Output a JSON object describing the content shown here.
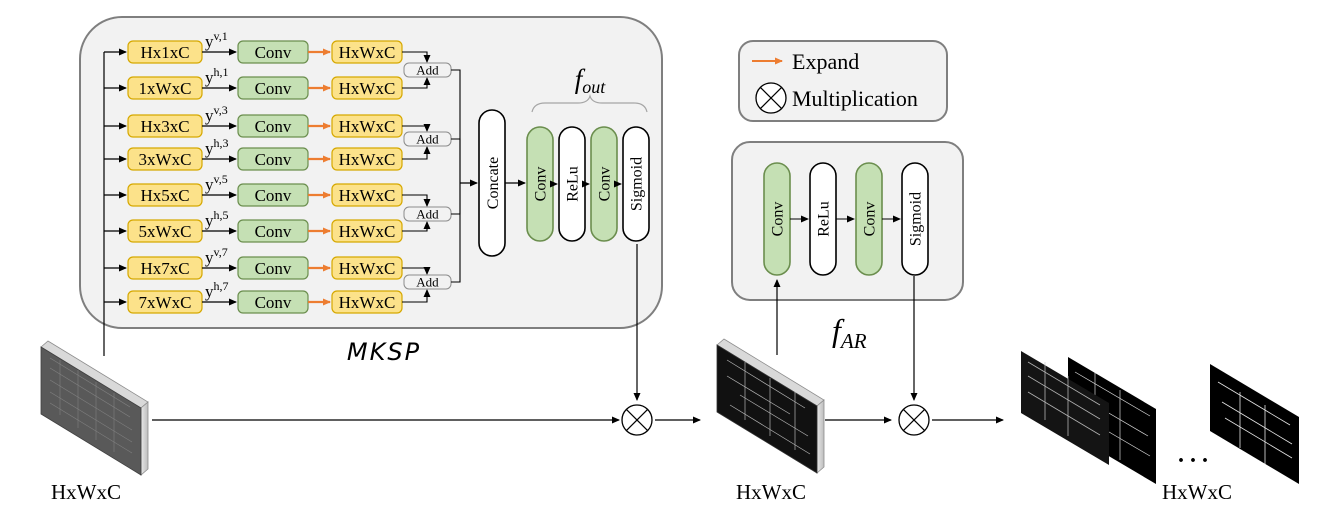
{
  "mksp": {
    "label": "MKSP",
    "rows": [
      {
        "input": "Hx1xC",
        "y_base": "y",
        "y_sup": "v,1",
        "conv": "Conv",
        "out": "HxWxC"
      },
      {
        "input": "1xWxC",
        "y_base": "y",
        "y_sup": "h,1",
        "conv": "Conv",
        "out": "HxWxC"
      },
      {
        "input": "Hx3xC",
        "y_base": "y",
        "y_sup": "v,3",
        "conv": "Conv",
        "out": "HxWxC"
      },
      {
        "input": "3xWxC",
        "y_base": "y",
        "y_sup": "h,3",
        "conv": "Conv",
        "out": "HxWxC"
      },
      {
        "input": "Hx5xC",
        "y_base": "y",
        "y_sup": "v,5",
        "conv": "Conv",
        "out": "HxWxC"
      },
      {
        "input": "5xWxC",
        "y_base": "y",
        "y_sup": "h,5",
        "conv": "Conv",
        "out": "HxWxC"
      },
      {
        "input": "Hx7xC",
        "y_base": "y",
        "y_sup": "v,7",
        "conv": "Conv",
        "out": "HxWxC"
      },
      {
        "input": "7xWxC",
        "y_base": "y",
        "y_sup": "h,7",
        "conv": "Conv",
        "out": "HxWxC"
      }
    ],
    "add_label": "Add",
    "concat_label": "Concate",
    "f_out": {
      "base": "f",
      "sub": "out",
      "blocks": [
        "Conv",
        "ReLu",
        "Conv",
        "Sigmoid"
      ]
    }
  },
  "legend": {
    "expand_label": "Expand",
    "multiplication_label": "Multiplication"
  },
  "f_ar": {
    "base": "f",
    "sub": "AR",
    "blocks": [
      "Conv",
      "ReLu",
      "Conv",
      "Sigmoid"
    ]
  },
  "tensors": {
    "input_label": "HxWxC",
    "middle_label": "HxWxC",
    "output_label": "HxWxC",
    "ellipsis": ". . ."
  },
  "colors": {
    "yellow_fill": "#fce28a",
    "yellow_stroke": "#d6a800",
    "green_fill": "#c5e0b4",
    "green_stroke": "#6b8e4e",
    "orange_arrow": "#ed7d31",
    "panel_fill": "#f2f2f2",
    "panel_stroke": "#7f7f7f"
  }
}
